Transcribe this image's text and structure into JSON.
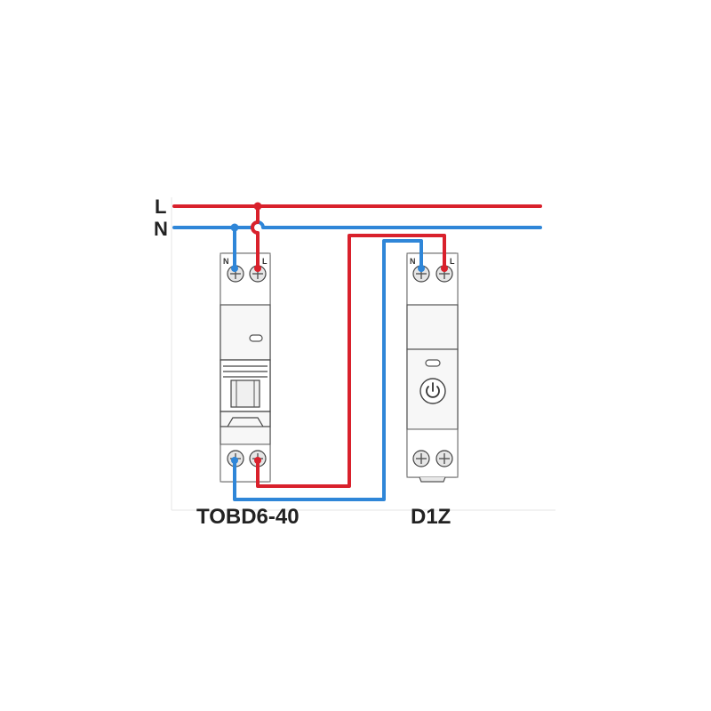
{
  "busbars": {
    "line_label": "L",
    "neutral_label": "N",
    "line_color": "#d9212c",
    "neutral_color": "#2f86d8"
  },
  "devices": {
    "breaker": {
      "name": "TOBD6-40",
      "terminal_n": "N",
      "terminal_l": "L"
    },
    "switch": {
      "name": "D1Z",
      "terminal_n": "N",
      "terminal_l": "L",
      "button_icon": "power-icon"
    }
  }
}
